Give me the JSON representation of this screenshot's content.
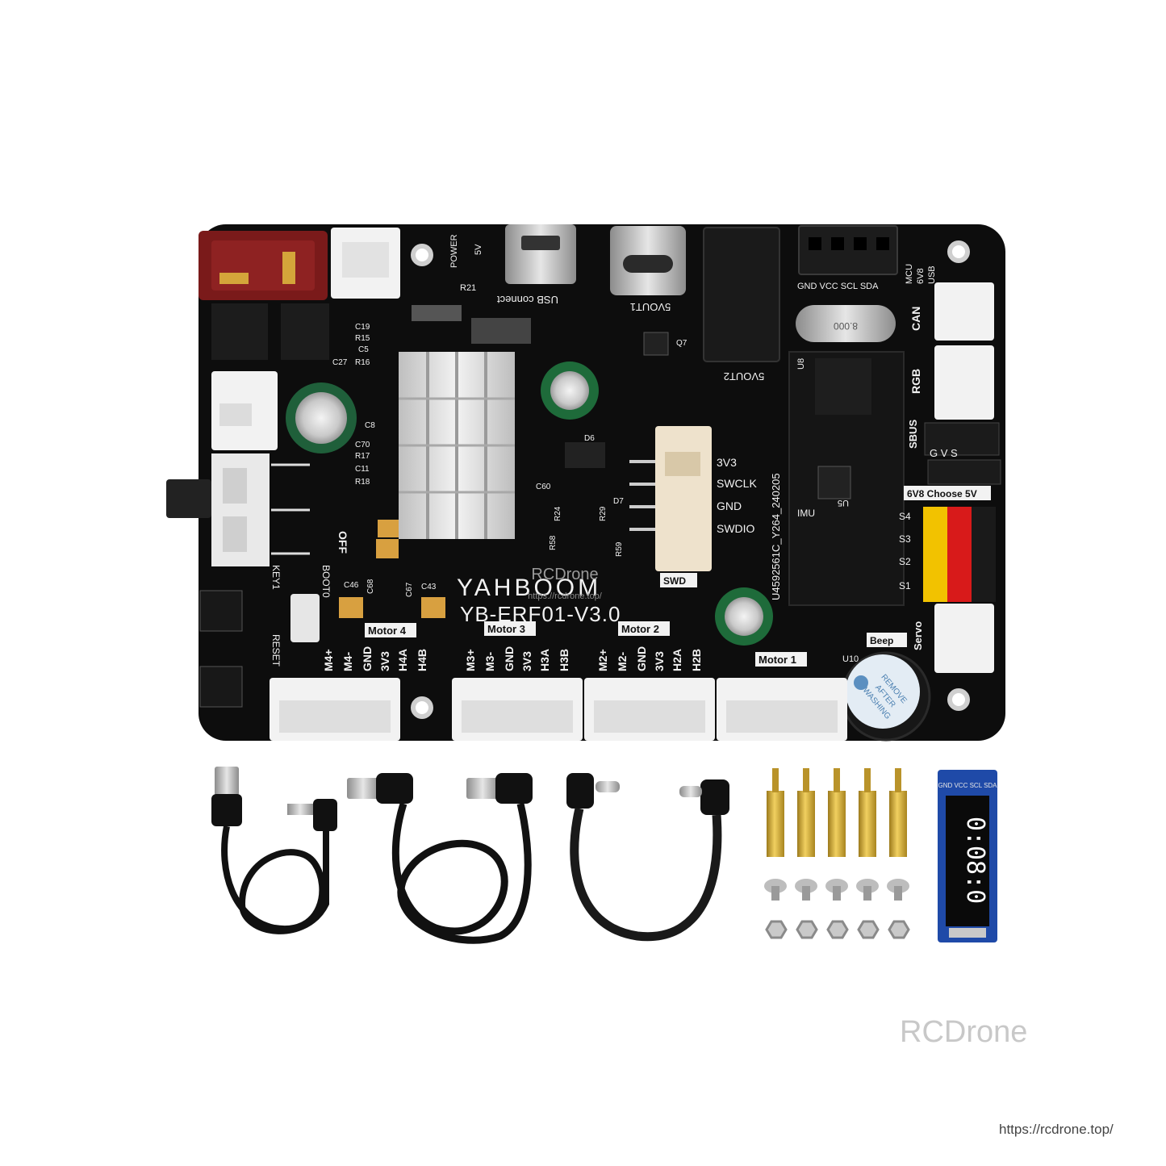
{
  "board": {
    "brand": "YAHBOOM",
    "model": "YB-ERF01-V3.0",
    "serial": "U4592561C_Y264_240205",
    "overlay_watermark": "RCDrone",
    "overlay_url": "https://rcdrone.top/",
    "labels": {
      "power": "POWER",
      "v5": "5V",
      "usb_connect": "USB connect",
      "vout1": "5VOUT1",
      "vout2": "5VOUT2",
      "i2c_pins": "GND VCC SCL SDA",
      "mcu": "MCU",
      "v6v8": "6V8",
      "usb": "USB",
      "can": "CAN",
      "rgb": "RGB",
      "sbus": "SBUS",
      "gvs": "G V S",
      "choose": "6V8 Choose 5V",
      "imu": "IMU",
      "swd_3v3": "3V3",
      "swd_swclk": "SWCLK",
      "swd_gnd": "GND",
      "swd_swdio": "SWDIO",
      "swd": "SWD",
      "off": "OFF",
      "boot0": "BOOT0",
      "key1": "KEY1",
      "reset": "RESET",
      "beep": "Beep",
      "servo": "Servo",
      "s4": "S4",
      "s3": "S3",
      "s2": "S2",
      "s1": "S1",
      "u8": "U8",
      "u5": "U5",
      "u10": "U10",
      "c27": "C27",
      "c19": "C19",
      "r15": "R15",
      "c5": "C5",
      "r16": "R16",
      "c8": "C8",
      "c70": "C70",
      "r17": "R17",
      "c11": "C11",
      "r18": "R18",
      "c46": "C46",
      "c68": "C68",
      "c67": "C67",
      "c43": "C43",
      "d6": "D6",
      "d7": "D7",
      "c60": "C60",
      "r24": "R24",
      "r29": "R29",
      "r58": "R58",
      "r59": "R59",
      "q7": "Q7",
      "r21": "R21",
      "crystal": "8.000"
    },
    "motors": [
      {
        "title": "Motor 4",
        "pins": [
          "M4+",
          "M4-",
          "GND",
          "3V3",
          "H4A",
          "H4B"
        ]
      },
      {
        "title": "Motor 3",
        "pins": [
          "M3+",
          "M3-",
          "GND",
          "3V3",
          "H3A",
          "H3B"
        ]
      },
      {
        "title": "Motor 2",
        "pins": [
          "M2+",
          "M2-",
          "GND",
          "3V3",
          "H2A",
          "H2B"
        ]
      },
      {
        "title": "Motor 1",
        "pins": []
      }
    ],
    "buzzer_text": [
      "REMOVE",
      "AFTER",
      "WASHING"
    ]
  },
  "accessories": {
    "oled_header": "GND VCC SCL SDA",
    "oled_clock": "0:08:0"
  },
  "watermark": "RCDrone",
  "url": "https://rcdrone.top/",
  "colors": {
    "pcb": "#0d0d0d",
    "xt60": "#7a1a1a",
    "connector": "#f2f2f2",
    "heatsink": "#d9d9d9",
    "brass": "#d8b23a",
    "oled": "#1f4aa8",
    "pin_yellow": "#f2c200",
    "pin_red": "#d81a1a"
  }
}
